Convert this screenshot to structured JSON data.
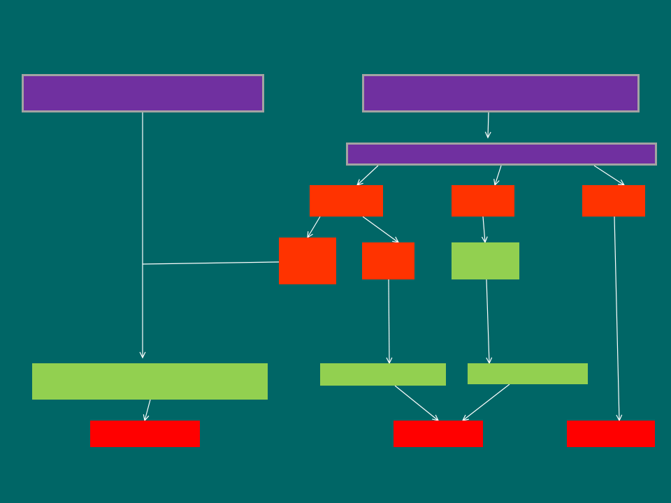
{
  "colors": {
    "background": "#006666",
    "purple": "#7030a0",
    "orange": "#ff3300",
    "green": "#92d050",
    "red": "#ff0000",
    "box_border": "#a3a3a3",
    "wire": "#ffffff"
  },
  "nodes": [
    {
      "id": "top-left-box",
      "color": "purple",
      "bordered": true
    },
    {
      "id": "top-right-box",
      "color": "purple",
      "bordered": true
    },
    {
      "id": "middle-bar",
      "color": "purple",
      "bordered": true
    },
    {
      "id": "branch-box-1",
      "color": "orange",
      "bordered": false
    },
    {
      "id": "branch-box-2",
      "color": "orange",
      "bordered": false
    },
    {
      "id": "branch-box-3",
      "color": "orange",
      "bordered": false
    },
    {
      "id": "sub-box-1",
      "color": "orange",
      "bordered": false
    },
    {
      "id": "sub-box-2",
      "color": "orange",
      "bordered": false
    },
    {
      "id": "sub-box-3",
      "color": "green",
      "bordered": false
    },
    {
      "id": "result-box-left",
      "color": "green",
      "bordered": false
    },
    {
      "id": "result-box-middle",
      "color": "green",
      "bordered": false
    },
    {
      "id": "result-box-right",
      "color": "green",
      "bordered": false
    },
    {
      "id": "final-box-left",
      "color": "red",
      "bordered": false
    },
    {
      "id": "final-box-middle",
      "color": "red",
      "bordered": false
    },
    {
      "id": "final-box-right",
      "color": "red",
      "bordered": false
    }
  ],
  "edges": [
    {
      "from": "top-left-box",
      "to": "result-box-left",
      "arrow": true
    },
    {
      "from": "sub-box-1",
      "to": "top-left-box",
      "arrow": false
    },
    {
      "from": "top-right-box",
      "to": "middle-bar",
      "arrow": true
    },
    {
      "from": "middle-bar",
      "to": "branch-box-1",
      "arrow": true
    },
    {
      "from": "middle-bar",
      "to": "branch-box-2",
      "arrow": true
    },
    {
      "from": "middle-bar",
      "to": "branch-box-3",
      "arrow": true
    },
    {
      "from": "branch-box-1",
      "to": "sub-box-1",
      "arrow": true
    },
    {
      "from": "branch-box-1",
      "to": "sub-box-2",
      "arrow": true
    },
    {
      "from": "branch-box-2",
      "to": "sub-box-3",
      "arrow": true
    },
    {
      "from": "sub-box-2",
      "to": "result-box-middle",
      "arrow": true
    },
    {
      "from": "sub-box-3",
      "to": "result-box-right",
      "arrow": true
    },
    {
      "from": "branch-box-3",
      "to": "final-box-right",
      "arrow": true
    },
    {
      "from": "result-box-left",
      "to": "final-box-left",
      "arrow": true
    },
    {
      "from": "result-box-middle",
      "to": "final-box-middle",
      "arrow": true
    },
    {
      "from": "result-box-right",
      "to": "final-box-middle",
      "arrow": true
    }
  ]
}
